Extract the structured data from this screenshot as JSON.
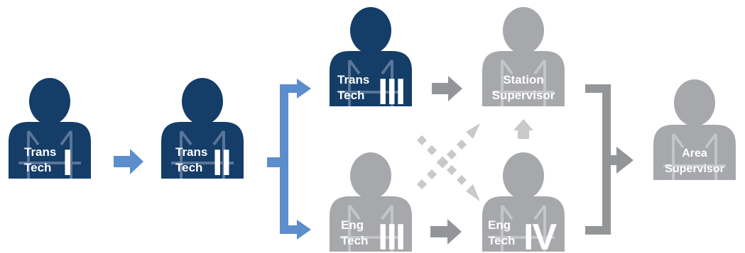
{
  "colors": {
    "navy": "#143d68",
    "vest_blue": "#5a7597",
    "gray_person": "#a7a8ab",
    "gray_vest": "#c4c5c8",
    "blue_arrow": "#5c8dcc",
    "gray_arrow": "#939598",
    "dotted_arrow": "#c8c9cb"
  },
  "roles": {
    "trans1": {
      "line1": "Trans",
      "line2": "Tech",
      "level": "I"
    },
    "trans2": {
      "line1": "Trans",
      "line2": "Tech",
      "level": "II"
    },
    "trans3": {
      "line1": "Trans",
      "line2": "Tech",
      "level": "III"
    },
    "eng3": {
      "line1": "Eng",
      "line2": "Tech",
      "level": "III"
    },
    "eng4": {
      "line1": "Eng",
      "line2": "Tech",
      "level": "IV"
    },
    "station": {
      "line1": "Station",
      "line2": "Supervisor"
    },
    "area": {
      "line1": "Area",
      "line2": "Supervisor"
    }
  },
  "icons": {
    "person": "person-silhouette-with-safety-vest",
    "arrow": "right-arrow",
    "bracket": "branch-bracket-arrow"
  }
}
